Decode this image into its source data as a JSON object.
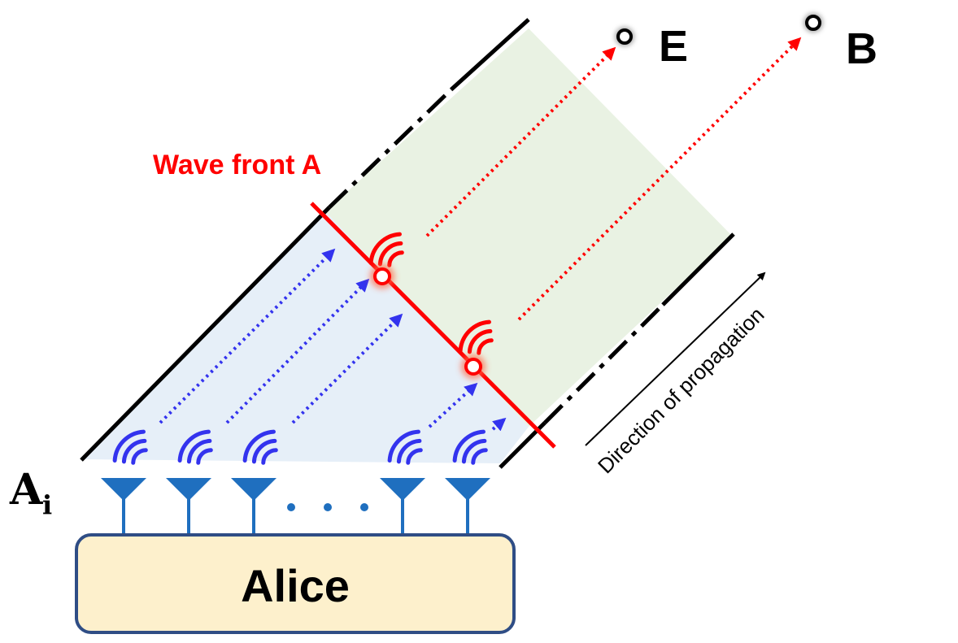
{
  "labels": {
    "wave_front": "Wave front A",
    "eve": "E",
    "bob": "B",
    "direction": "Direction of propagation",
    "alice": "Alice",
    "antenna_main": "A",
    "antenna_sub": "i"
  },
  "colors": {
    "wave_front": "#ff0000",
    "blue_beam": "#3333ee",
    "blue_region": "#e6eff8",
    "green_region": "#e9f2e3",
    "antenna": "#1f6fbf",
    "alice_fill": "#fdf0cc",
    "alice_stroke": "#2f4d85",
    "boundary": "#000000"
  },
  "icons": {
    "antenna": "triangle-antenna-icon",
    "wave": "radio-wave-icon",
    "node": "ring-node-icon"
  }
}
